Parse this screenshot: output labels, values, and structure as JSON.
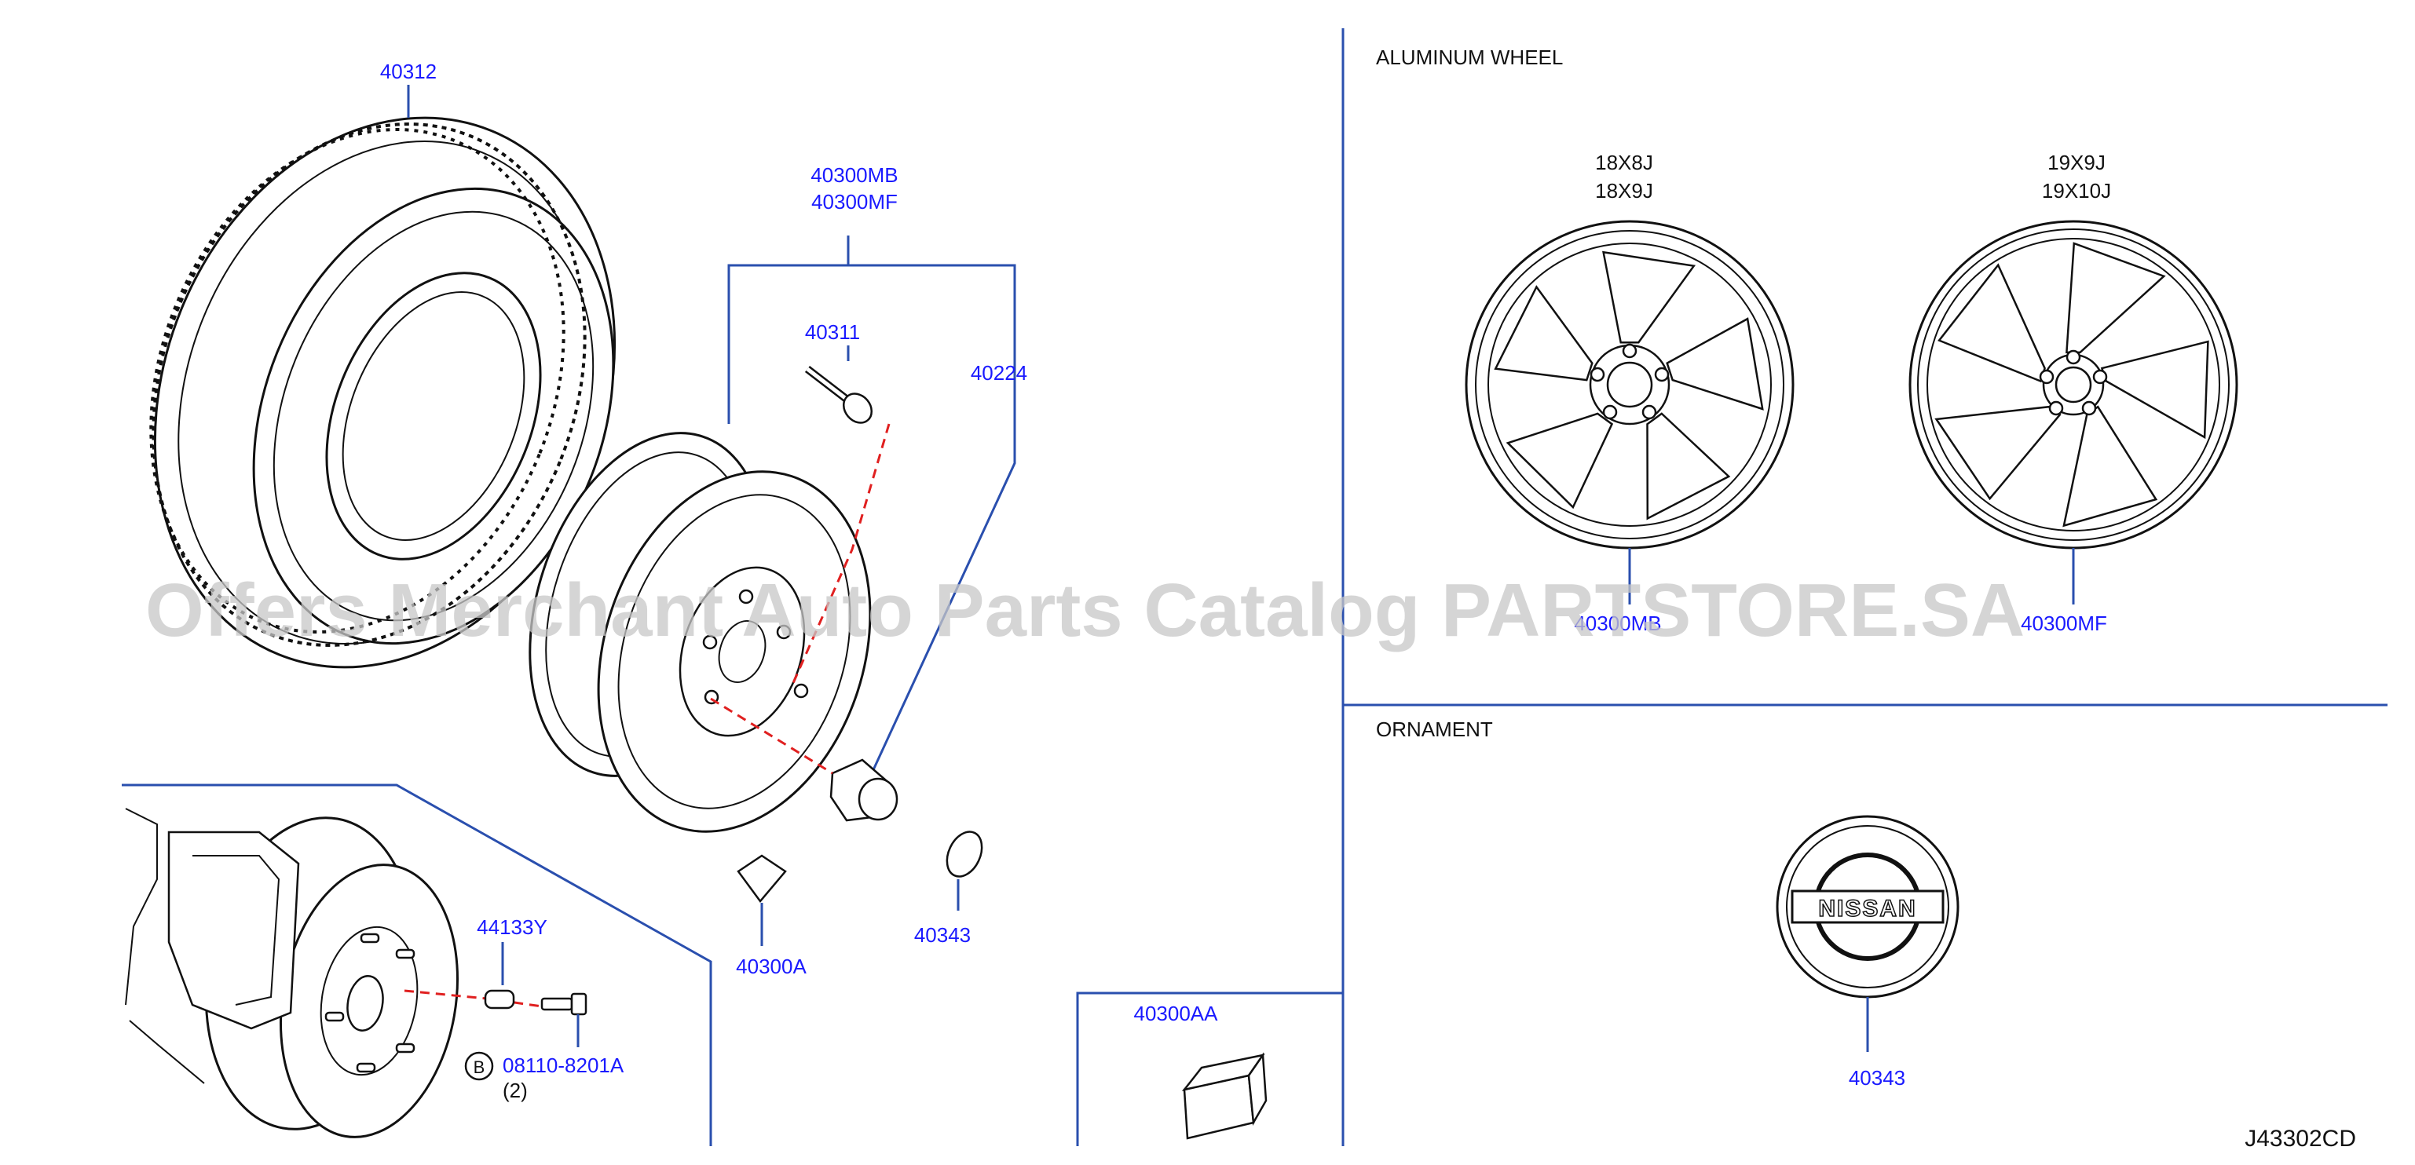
{
  "sections": {
    "aluminum_wheel": "ALUMINUM   WHEEL",
    "ornament": "ORNAMENT"
  },
  "wheel_sizes": {
    "left": [
      "18X8J",
      "18X9J"
    ],
    "right": [
      "19X9J",
      "19X10J"
    ]
  },
  "parts": {
    "tire": "40312",
    "wheel_mb": "40300MB",
    "wheel_mf": "40300MF",
    "valve": "40311",
    "nut": "40224",
    "balance_weight": "40300A",
    "cap": "40343",
    "stud": "44133Y",
    "bolt": "08110-8201A",
    "bolt_qty": "(2)",
    "bolt_badge": "B",
    "weight_aa": "40300AA",
    "alu_left_code": "40300MB",
    "alu_right_code": "40300MF",
    "ornament_cap": "40343"
  },
  "ornament_logo": "NISSAN",
  "diagram_code": "J43302CD",
  "watermark": "Offers Merchant Auto Parts Catalog PARTSTORE.SA",
  "colors": {
    "label": "#1a1aff",
    "leader": "#2a4fae",
    "dashed": "#e02020",
    "watermark": "#c8c8c8"
  }
}
